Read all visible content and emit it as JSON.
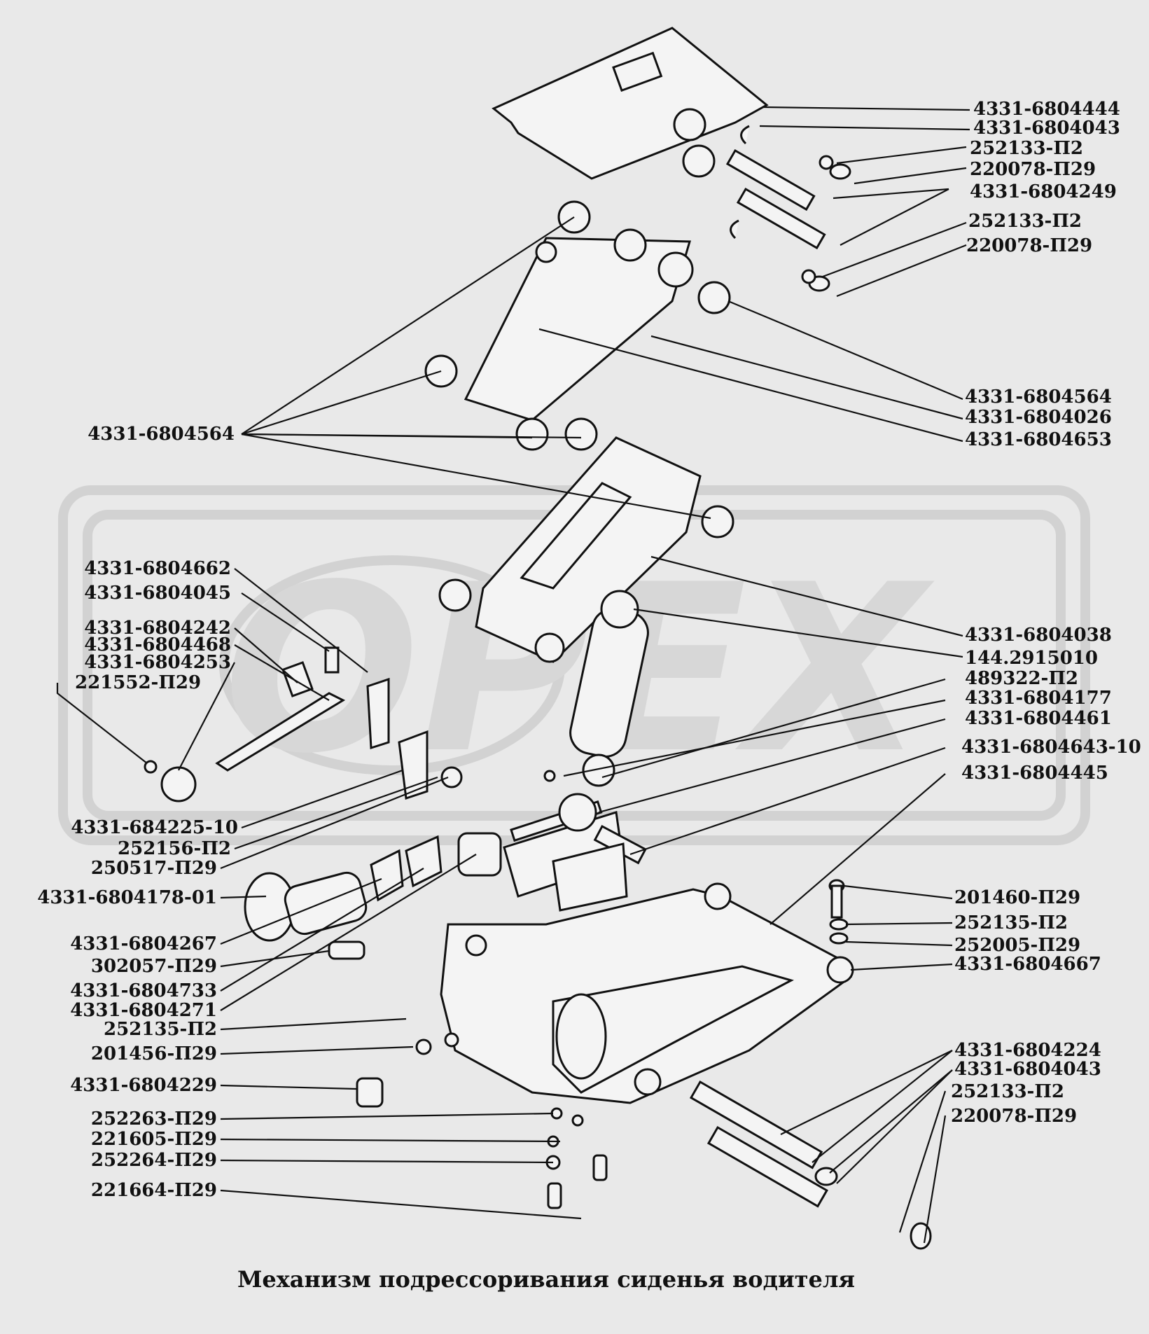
{
  "caption": "Механизм подрессоривания сиденья водителя",
  "watermark": "ОРЕХ",
  "labels_right": [
    "4331-6804444",
    "4331-6804043",
    "252133-П2",
    "220078-П29",
    "4331-6804249",
    "252133-П2",
    "220078-П29",
    "4331-6804564",
    "4331-6804026",
    "4331-6804653",
    "4331-6804038",
    "144.2915010",
    "489322-П2",
    "4331-6804177",
    "4331-6804461",
    "4331-6804643-10",
    "4331-6804445",
    "201460-П29",
    "252135-П2",
    "252005-П29",
    "4331-6804667",
    "4331-6804224",
    "4331-6804043",
    "252133-П2",
    "220078-П29"
  ],
  "labels_left": [
    "4331-6804564",
    "4331-6804662",
    "4331-6804045",
    "4331-6804242",
    "4331-6804468",
    "4331-6804253",
    "221552-П29",
    "4331-684225-10",
    "252156-П2",
    "250517-П29",
    "4331-6804178-01",
    "4331-6804267",
    "302057-П29",
    "4331-6804733",
    "4331-6804271",
    "252135-П2",
    "201456-П29",
    "4331-6804229",
    "252263-П29",
    "221605-П29",
    "252264-П29",
    "221664-П29"
  ]
}
